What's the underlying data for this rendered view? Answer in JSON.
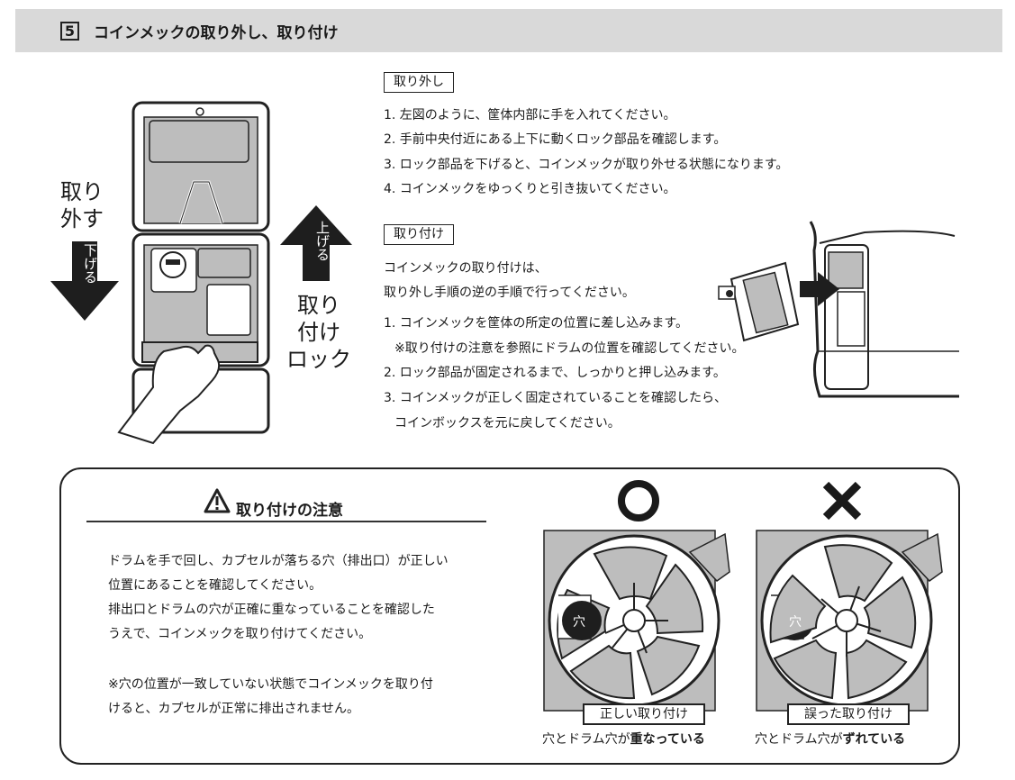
{
  "header": {
    "section_number": "5",
    "title": "コインメックの取り外し、取り付け"
  },
  "figure_left": {
    "remove_label_line1": "取り",
    "remove_label_line2": "外す",
    "down_arrow_text": "下げる",
    "up_arrow_text": "上げる",
    "install_label_line1": "取り",
    "install_label_line2": "付け",
    "install_label_line3": "ロック"
  },
  "removal": {
    "heading": "取り外し",
    "steps": [
      "1. 左図のように、筐体内部に手を入れてください。",
      "2. 手前中央付近にある上下に動くロック部品を確認します。",
      "3. ロック部品を下げると、コインメックが取り外せる状態になります。",
      "4. コインメックをゆっくりと引き抜いてください。"
    ]
  },
  "installation": {
    "heading": "取り付け",
    "intro_line1": "コインメックの取り付けは、",
    "intro_line2": "取り外し手順の逆の手順で行ってください。",
    "steps": [
      "1. コインメックを筐体の所定の位置に差し込みます。",
      "※取り付けの注意を参照にドラムの位置を確認してください。",
      "2. ロック部品が固定されるまで、しっかりと押し込みます。",
      "3. コインメックが正しく固定されていることを確認したら、",
      "コインボックスを元に戻してください。"
    ]
  },
  "caution": {
    "title": "取り付けの注意",
    "icon": "warning-triangle-icon",
    "lines": [
      "ドラムを手で回し、カプセルが落ちる穴（排出口）が正しい",
      "位置にあることを確認してください。",
      "排出口とドラムの穴が正確に重なっていることを確認した",
      "うえで、コインメックを取り付けてください。",
      "※穴の位置が一致していない状態でコインメックを取り付",
      "けると、カプセルが正常に排出されません。"
    ],
    "correct": {
      "symbol": "circle-mark-icon",
      "hole_label": "穴",
      "tag": "正しい取り付け",
      "caption_prefix": "穴とドラム穴が",
      "caption_emphasis": "重なっている"
    },
    "incorrect": {
      "symbol": "cross-mark-icon",
      "hole_label": "穴",
      "tag": "誤った取り付け",
      "caption_prefix": "穴とドラム穴が",
      "caption_emphasis": "ずれている"
    }
  }
}
